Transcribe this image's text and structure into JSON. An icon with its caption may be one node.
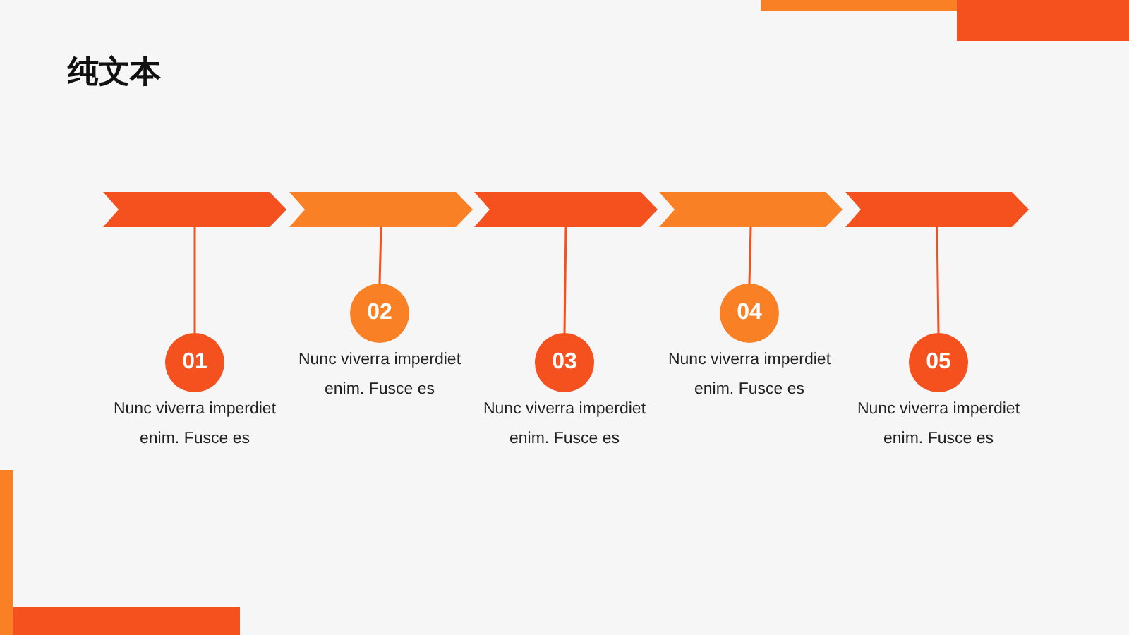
{
  "diagram": {
    "title": "纯文本",
    "nodes": [
      {
        "text": [],
        "shape": "chevron"
      },
      {
        "text": [],
        "shape": "chevron"
      },
      {
        "text": [],
        "shape": "chevron"
      },
      {
        "text": [],
        "shape": "chevron"
      },
      {
        "text": [],
        "shape": "chevron"
      },
      {
        "text": [
          "01"
        ],
        "beside": [
          "Nunc viverra imperdiet enim. Fusce es"
        ]
      },
      {
        "text": [
          "02"
        ],
        "beside": [
          "Nunc viverra imperdiet enim. Fusce es"
        ]
      },
      {
        "text": [
          "03"
        ],
        "beside": [
          "Nunc viverra imperdiet enim. Fusce es"
        ]
      },
      {
        "text": [
          "04"
        ],
        "beside": [
          "Nunc viverra imperdiet enim. Fusce es"
        ]
      },
      {
        "text": [
          "05"
        ],
        "beside": [
          "Nunc viverra imperdiet enim. Fusce es"
        ]
      }
    ],
    "edges": [
      {
        "from": 0,
        "to": 5,
        "arrow": "none"
      },
      {
        "from": 1,
        "to": 6,
        "arrow": "none"
      },
      {
        "from": 2,
        "to": 7,
        "arrow": "none"
      },
      {
        "from": 3,
        "to": 8,
        "arrow": "none"
      },
      {
        "from": 4,
        "to": 9,
        "arrow": "none"
      }
    ]
  }
}
